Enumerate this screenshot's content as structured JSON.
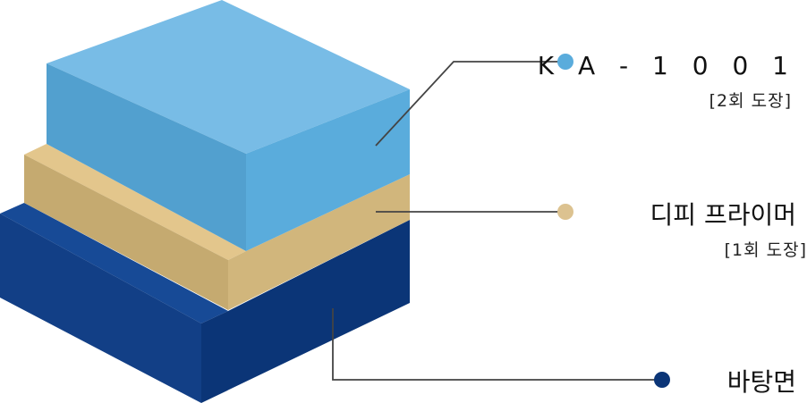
{
  "layers": [
    {
      "name": "KA-1001",
      "name_display": "K A - 1 0 0 1",
      "coating": "[2회 도장]",
      "color": "#5aacdc"
    },
    {
      "name": "디피 프라이머",
      "name_display": "디피 프라이머",
      "coating": "[1회 도장]",
      "color": "#d1b67c"
    },
    {
      "name": "바탕면",
      "name_display": "바탕면",
      "coating": "",
      "color": "#0b3577"
    }
  ],
  "colors": {
    "top_block_top": "#78bce6",
    "top_block_left": "#52a0cf",
    "top_block_right": "#5aacdc",
    "mid_block_top": "#e3c68c",
    "mid_block_left": "#c5aa70",
    "mid_block_right": "#d1b67c",
    "base_top": "#174a96",
    "base_left": "#123f86",
    "base_right": "#0b3577",
    "leader_line": "#444444",
    "dot_top": "#5aacdc",
    "dot_mid": "#dcc290",
    "dot_base": "#0b3577"
  }
}
